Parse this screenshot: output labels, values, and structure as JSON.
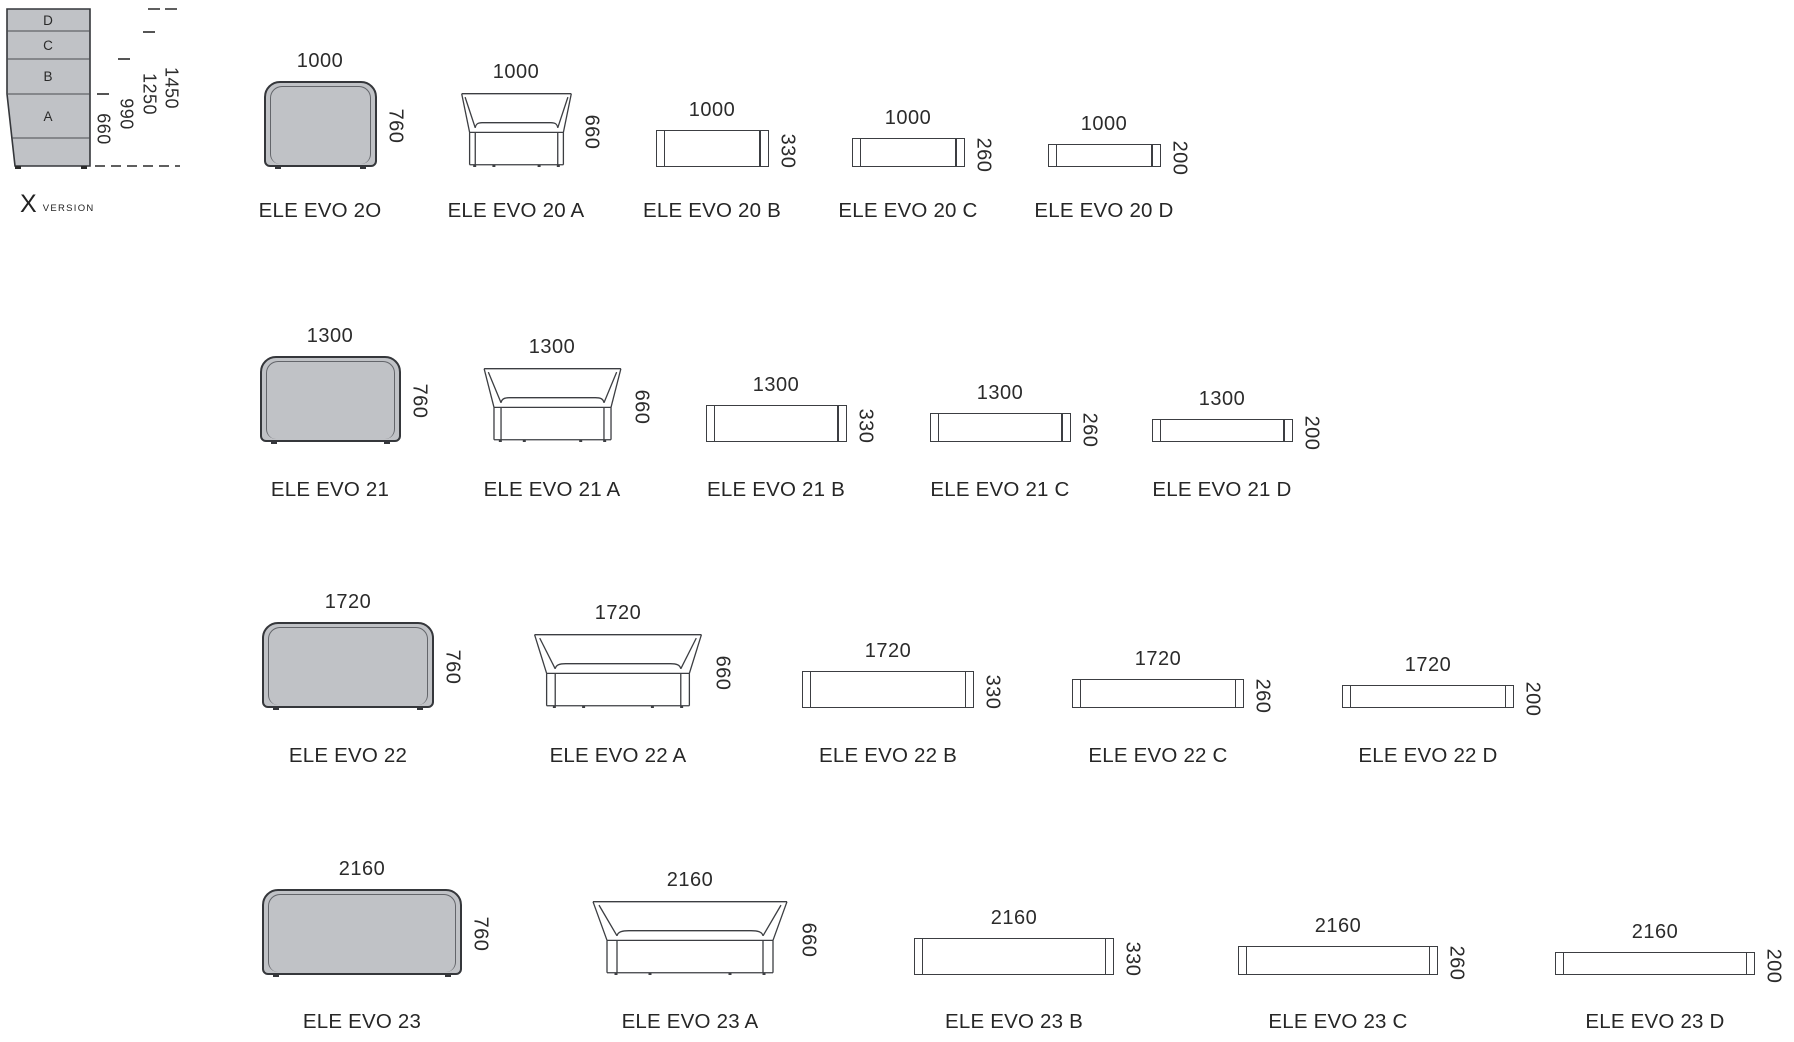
{
  "palette": {
    "fill_gray": "#c0c2c6",
    "line_dark": "#3c3e42",
    "ink": "#2a2a2a"
  },
  "side_diagram": {
    "version_label": {
      "x": "X",
      "text": "VERSION"
    },
    "sections": [
      "D",
      "C",
      "B",
      "A"
    ],
    "height_labels": [
      "1450",
      "1250",
      "990",
      "660"
    ]
  },
  "rows": [
    {
      "products": [
        {
          "label": "ELE EVO 2O",
          "view": "back",
          "top_dim": "1000",
          "side_dim": "760"
        },
        {
          "label": "ELE EVO 20 A",
          "view": "front",
          "top_dim": "1000",
          "side_dim": "660"
        },
        {
          "label": "ELE EVO 20 B",
          "view": "seat",
          "top_dim": "1000",
          "side_dim": "330"
        },
        {
          "label": "ELE EVO 20 C",
          "view": "seat",
          "top_dim": "1000",
          "side_dim": "260"
        },
        {
          "label": "ELE EVO 20 D",
          "view": "seat",
          "top_dim": "1000",
          "side_dim": "200"
        }
      ]
    },
    {
      "products": [
        {
          "label": "ELE EVO 21",
          "view": "back",
          "top_dim": "1300",
          "side_dim": "760"
        },
        {
          "label": "ELE EVO 21 A",
          "view": "front",
          "top_dim": "1300",
          "side_dim": "660"
        },
        {
          "label": "ELE EVO 21 B",
          "view": "seat",
          "top_dim": "1300",
          "side_dim": "330"
        },
        {
          "label": "ELE EVO 21 C",
          "view": "seat",
          "top_dim": "1300",
          "side_dim": "260"
        },
        {
          "label": "ELE EVO 21 D",
          "view": "seat",
          "top_dim": "1300",
          "side_dim": "200"
        }
      ]
    },
    {
      "products": [
        {
          "label": "ELE EVO 22",
          "view": "back",
          "top_dim": "1720",
          "side_dim": "760"
        },
        {
          "label": "ELE EVO 22 A",
          "view": "front",
          "top_dim": "1720",
          "side_dim": "660"
        },
        {
          "label": "ELE EVO 22 B",
          "view": "seat",
          "top_dim": "1720",
          "side_dim": "330"
        },
        {
          "label": "ELE EVO 22 C",
          "view": "seat",
          "top_dim": "1720",
          "side_dim": "260"
        },
        {
          "label": "ELE EVO 22 D",
          "view": "seat",
          "top_dim": "1720",
          "side_dim": "200"
        }
      ]
    },
    {
      "products": [
        {
          "label": "ELE EVO 23",
          "view": "back",
          "top_dim": "2160",
          "side_dim": "760"
        },
        {
          "label": "ELE EVO 23 A",
          "view": "front",
          "top_dim": "2160",
          "side_dim": "660"
        },
        {
          "label": "ELE EVO 23 B",
          "view": "seat",
          "top_dim": "2160",
          "side_dim": "330"
        },
        {
          "label": "ELE EVO 23 C",
          "view": "seat",
          "top_dim": "2160",
          "side_dim": "260"
        },
        {
          "label": "ELE EVO 23 D",
          "view": "seat",
          "top_dim": "2160",
          "side_dim": "200"
        }
      ]
    }
  ]
}
